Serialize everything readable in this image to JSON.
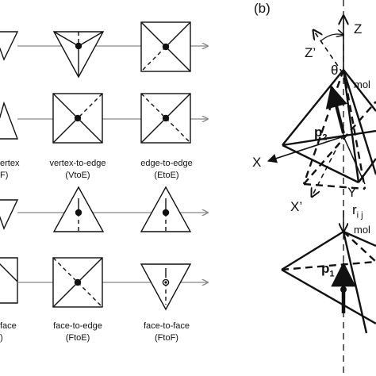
{
  "panel_a": {
    "rows": [
      [
        {
          "label": "",
          "code": ""
        },
        {
          "label": "",
          "code": ""
        },
        {
          "label": "",
          "code": ""
        }
      ],
      [
        {
          "label": "ertex",
          "code": "F)"
        },
        {
          "label": "vertex-to-edge",
          "code": "(VtoE)"
        },
        {
          "label": "edge-to-edge",
          "code": "(EtoE)"
        }
      ],
      [
        {
          "label": "",
          "code": ""
        },
        {
          "label": "",
          "code": ""
        },
        {
          "label": "",
          "code": ""
        }
      ],
      [
        {
          "label": "face",
          "code": ")"
        },
        {
          "label": "face-to-edge",
          "code": "(FtoE)"
        },
        {
          "label": "face-to-face",
          "code": "(FtoF)"
        }
      ]
    ]
  },
  "panel_b": {
    "panel_label": "(b)",
    "axis_z": "Z",
    "axis_z_prime": "Z’",
    "angle": "θ",
    "mol_top": "mol",
    "mol_bottom": "mol",
    "axis_x": "X",
    "axis_x_prime": "X’",
    "axis_y": "Y",
    "dipole_1": "p",
    "dipole_1_sub": "1",
    "dipole_2": "p",
    "dipole_2_sub": "2",
    "distance": "r",
    "distance_sub": "i j"
  },
  "colors": {
    "stroke": "#111111",
    "arrow": "#888888",
    "background": "#ffffff"
  }
}
